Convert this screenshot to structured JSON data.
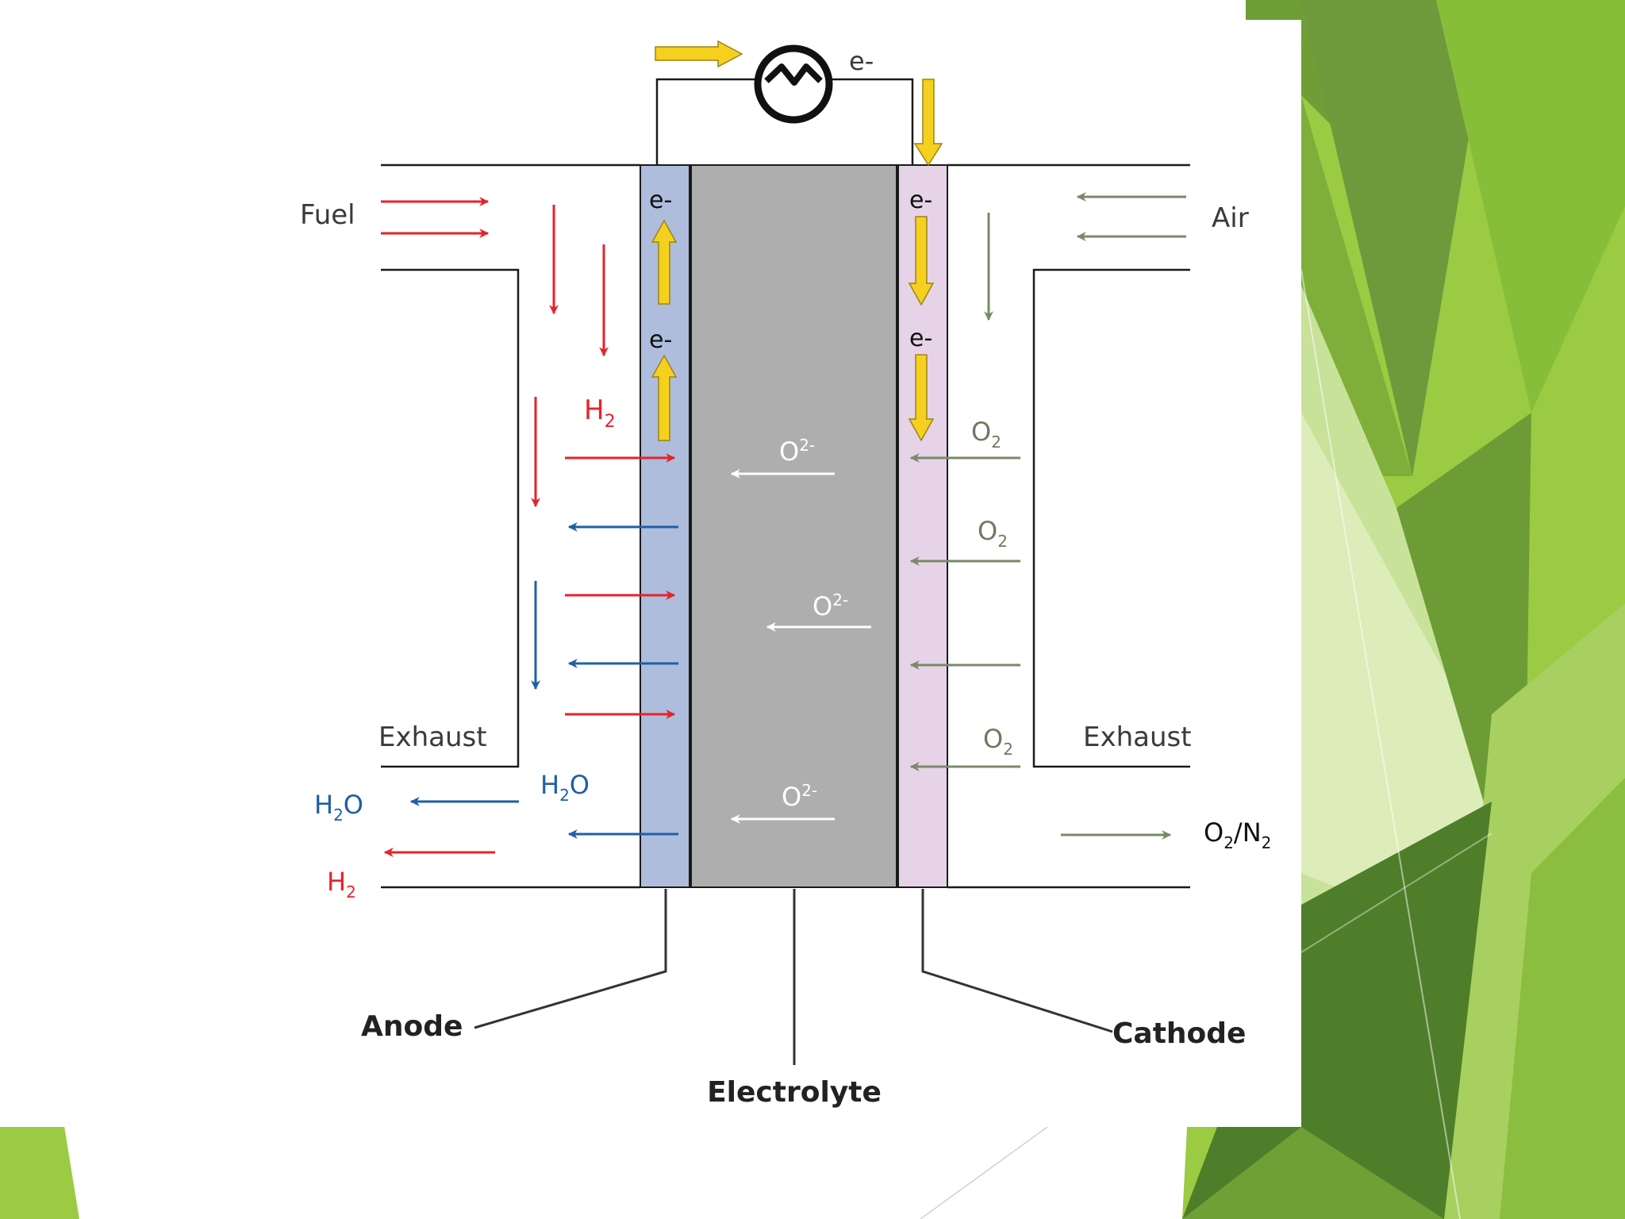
{
  "slide": {
    "accent_colors": [
      "#9ACB42",
      "#6E9E35",
      "#4F7E2A",
      "#C9E29A",
      "#A8D060"
    ]
  },
  "diagram": {
    "inlets": {
      "fuel": "Fuel",
      "air": "Air"
    },
    "exhaust": {
      "left": "Exhaust",
      "right": "Exhaust"
    },
    "circuit": {
      "electron": "e-"
    },
    "electrons": [
      "e-",
      "e-",
      "e-",
      "e-"
    ],
    "anode_gases": {
      "h2_in": {
        "main": "H",
        "sub": "2"
      },
      "h2o_in": {
        "main": "H",
        "sub": "2",
        "tail": "O"
      },
      "h2o_out": {
        "main": "H",
        "sub": "2",
        "tail": "O"
      },
      "h2_out": {
        "main": "H",
        "sub": "2"
      }
    },
    "oxide_ions": [
      {
        "main": "O",
        "sup": "2-"
      },
      {
        "main": "O",
        "sup": "2-"
      },
      {
        "main": "O",
        "sup": "2-"
      }
    ],
    "oxygen_labels": [
      {
        "main": "O",
        "sub": "2"
      },
      {
        "main": "O",
        "sub": "2"
      },
      {
        "main": "O",
        "sub": "2"
      }
    ],
    "cathode_exhaust": {
      "a": "O",
      "a_sub": "2",
      "sep": "/N",
      "b_sub": "2"
    },
    "components": {
      "anode": "Anode",
      "electrolyte": "Electrolyte",
      "cathode": "Cathode"
    },
    "colors": {
      "fuel_arrow": "#E5232B",
      "water_arrow": "#1F5FA6",
      "air_arrow": "#7A8A68",
      "electron_arrow": "#F5D01E",
      "anode_fill": "#AEBDDC",
      "cathode_fill": "#E6D3E8",
      "electrolyte_fill": "#AEAEAE"
    }
  }
}
